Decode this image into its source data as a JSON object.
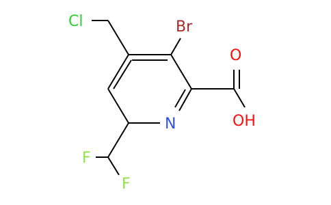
{
  "molecule": {
    "atoms": {
      "cl": "Cl",
      "br": "Br",
      "o": "O",
      "oh": "OH",
      "n": "N",
      "f1": "F",
      "f2": "F"
    },
    "colors": {
      "bond": "#000000",
      "cl": "#33CC33",
      "br": "#A62929",
      "o": "#FF0D0D",
      "n": "#3050F8",
      "f": "#90E050"
    }
  }
}
